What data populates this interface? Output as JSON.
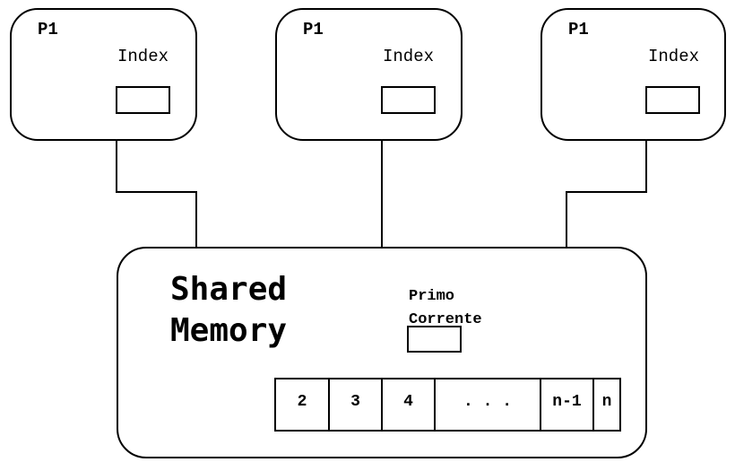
{
  "processes": [
    {
      "name": "P1",
      "field_label": "Index"
    },
    {
      "name": "P1",
      "field_label": "Index"
    },
    {
      "name": "P1",
      "field_label": "Index"
    }
  ],
  "shared_memory": {
    "title_line1": "Shared",
    "title_line2": "Memory",
    "current_label_line1": "Primo",
    "current_label_line2": "Corrente",
    "array_cells": [
      "2",
      "3",
      "4",
      ". . .",
      "n-1",
      "n"
    ]
  }
}
